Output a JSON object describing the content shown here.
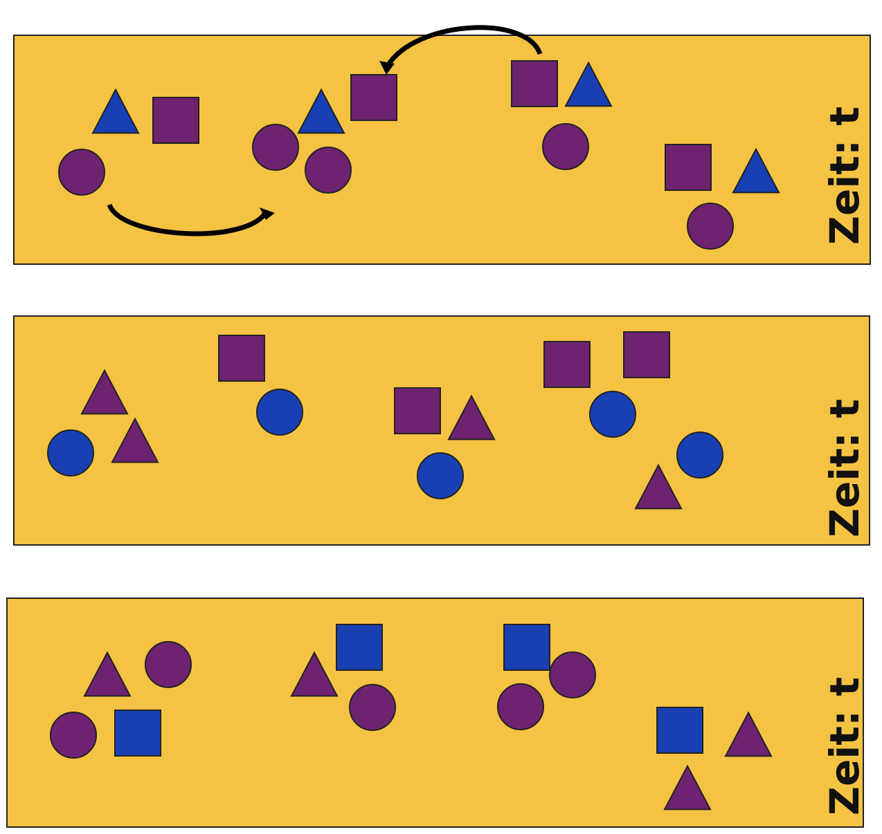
{
  "colors": {
    "panel": "#f5c343",
    "purple": "#6e2371",
    "blue": "#1840b2",
    "outline": "#222222",
    "arrow": "#000000"
  },
  "panels": [
    {
      "time_label": "Zeit: t",
      "shapes": [
        {
          "kind": "triangle",
          "color": "blue"
        },
        {
          "kind": "square",
          "color": "purple"
        },
        {
          "kind": "circle",
          "color": "purple"
        },
        {
          "kind": "circle",
          "color": "purple"
        },
        {
          "kind": "triangle",
          "color": "blue"
        },
        {
          "kind": "square",
          "color": "purple"
        },
        {
          "kind": "circle",
          "color": "purple"
        },
        {
          "kind": "square",
          "color": "purple"
        },
        {
          "kind": "triangle",
          "color": "blue"
        },
        {
          "kind": "circle",
          "color": "purple"
        },
        {
          "kind": "square",
          "color": "purple"
        },
        {
          "kind": "triangle",
          "color": "blue"
        },
        {
          "kind": "circle",
          "color": "purple"
        }
      ],
      "arrows": [
        "curved-arrow",
        "curved-arrow"
      ]
    },
    {
      "time_label": "Zeit: t",
      "shapes": [
        {
          "kind": "triangle",
          "color": "purple"
        },
        {
          "kind": "circle",
          "color": "blue"
        },
        {
          "kind": "triangle",
          "color": "purple"
        },
        {
          "kind": "square",
          "color": "purple"
        },
        {
          "kind": "circle",
          "color": "blue"
        },
        {
          "kind": "square",
          "color": "purple"
        },
        {
          "kind": "triangle",
          "color": "purple"
        },
        {
          "kind": "circle",
          "color": "blue"
        },
        {
          "kind": "square",
          "color": "purple"
        },
        {
          "kind": "square",
          "color": "purple"
        },
        {
          "kind": "circle",
          "color": "blue"
        },
        {
          "kind": "circle",
          "color": "blue"
        },
        {
          "kind": "triangle",
          "color": "purple"
        }
      ]
    },
    {
      "time_label": "Zeit: t",
      "shapes": [
        {
          "kind": "triangle",
          "color": "purple"
        },
        {
          "kind": "circle",
          "color": "purple"
        },
        {
          "kind": "circle",
          "color": "purple"
        },
        {
          "kind": "square",
          "color": "blue"
        },
        {
          "kind": "triangle",
          "color": "purple"
        },
        {
          "kind": "square",
          "color": "blue"
        },
        {
          "kind": "circle",
          "color": "purple"
        },
        {
          "kind": "square",
          "color": "blue"
        },
        {
          "kind": "circle",
          "color": "purple"
        },
        {
          "kind": "circle",
          "color": "purple"
        },
        {
          "kind": "square",
          "color": "blue"
        },
        {
          "kind": "triangle",
          "color": "purple"
        },
        {
          "kind": "triangle",
          "color": "purple"
        }
      ]
    }
  ]
}
